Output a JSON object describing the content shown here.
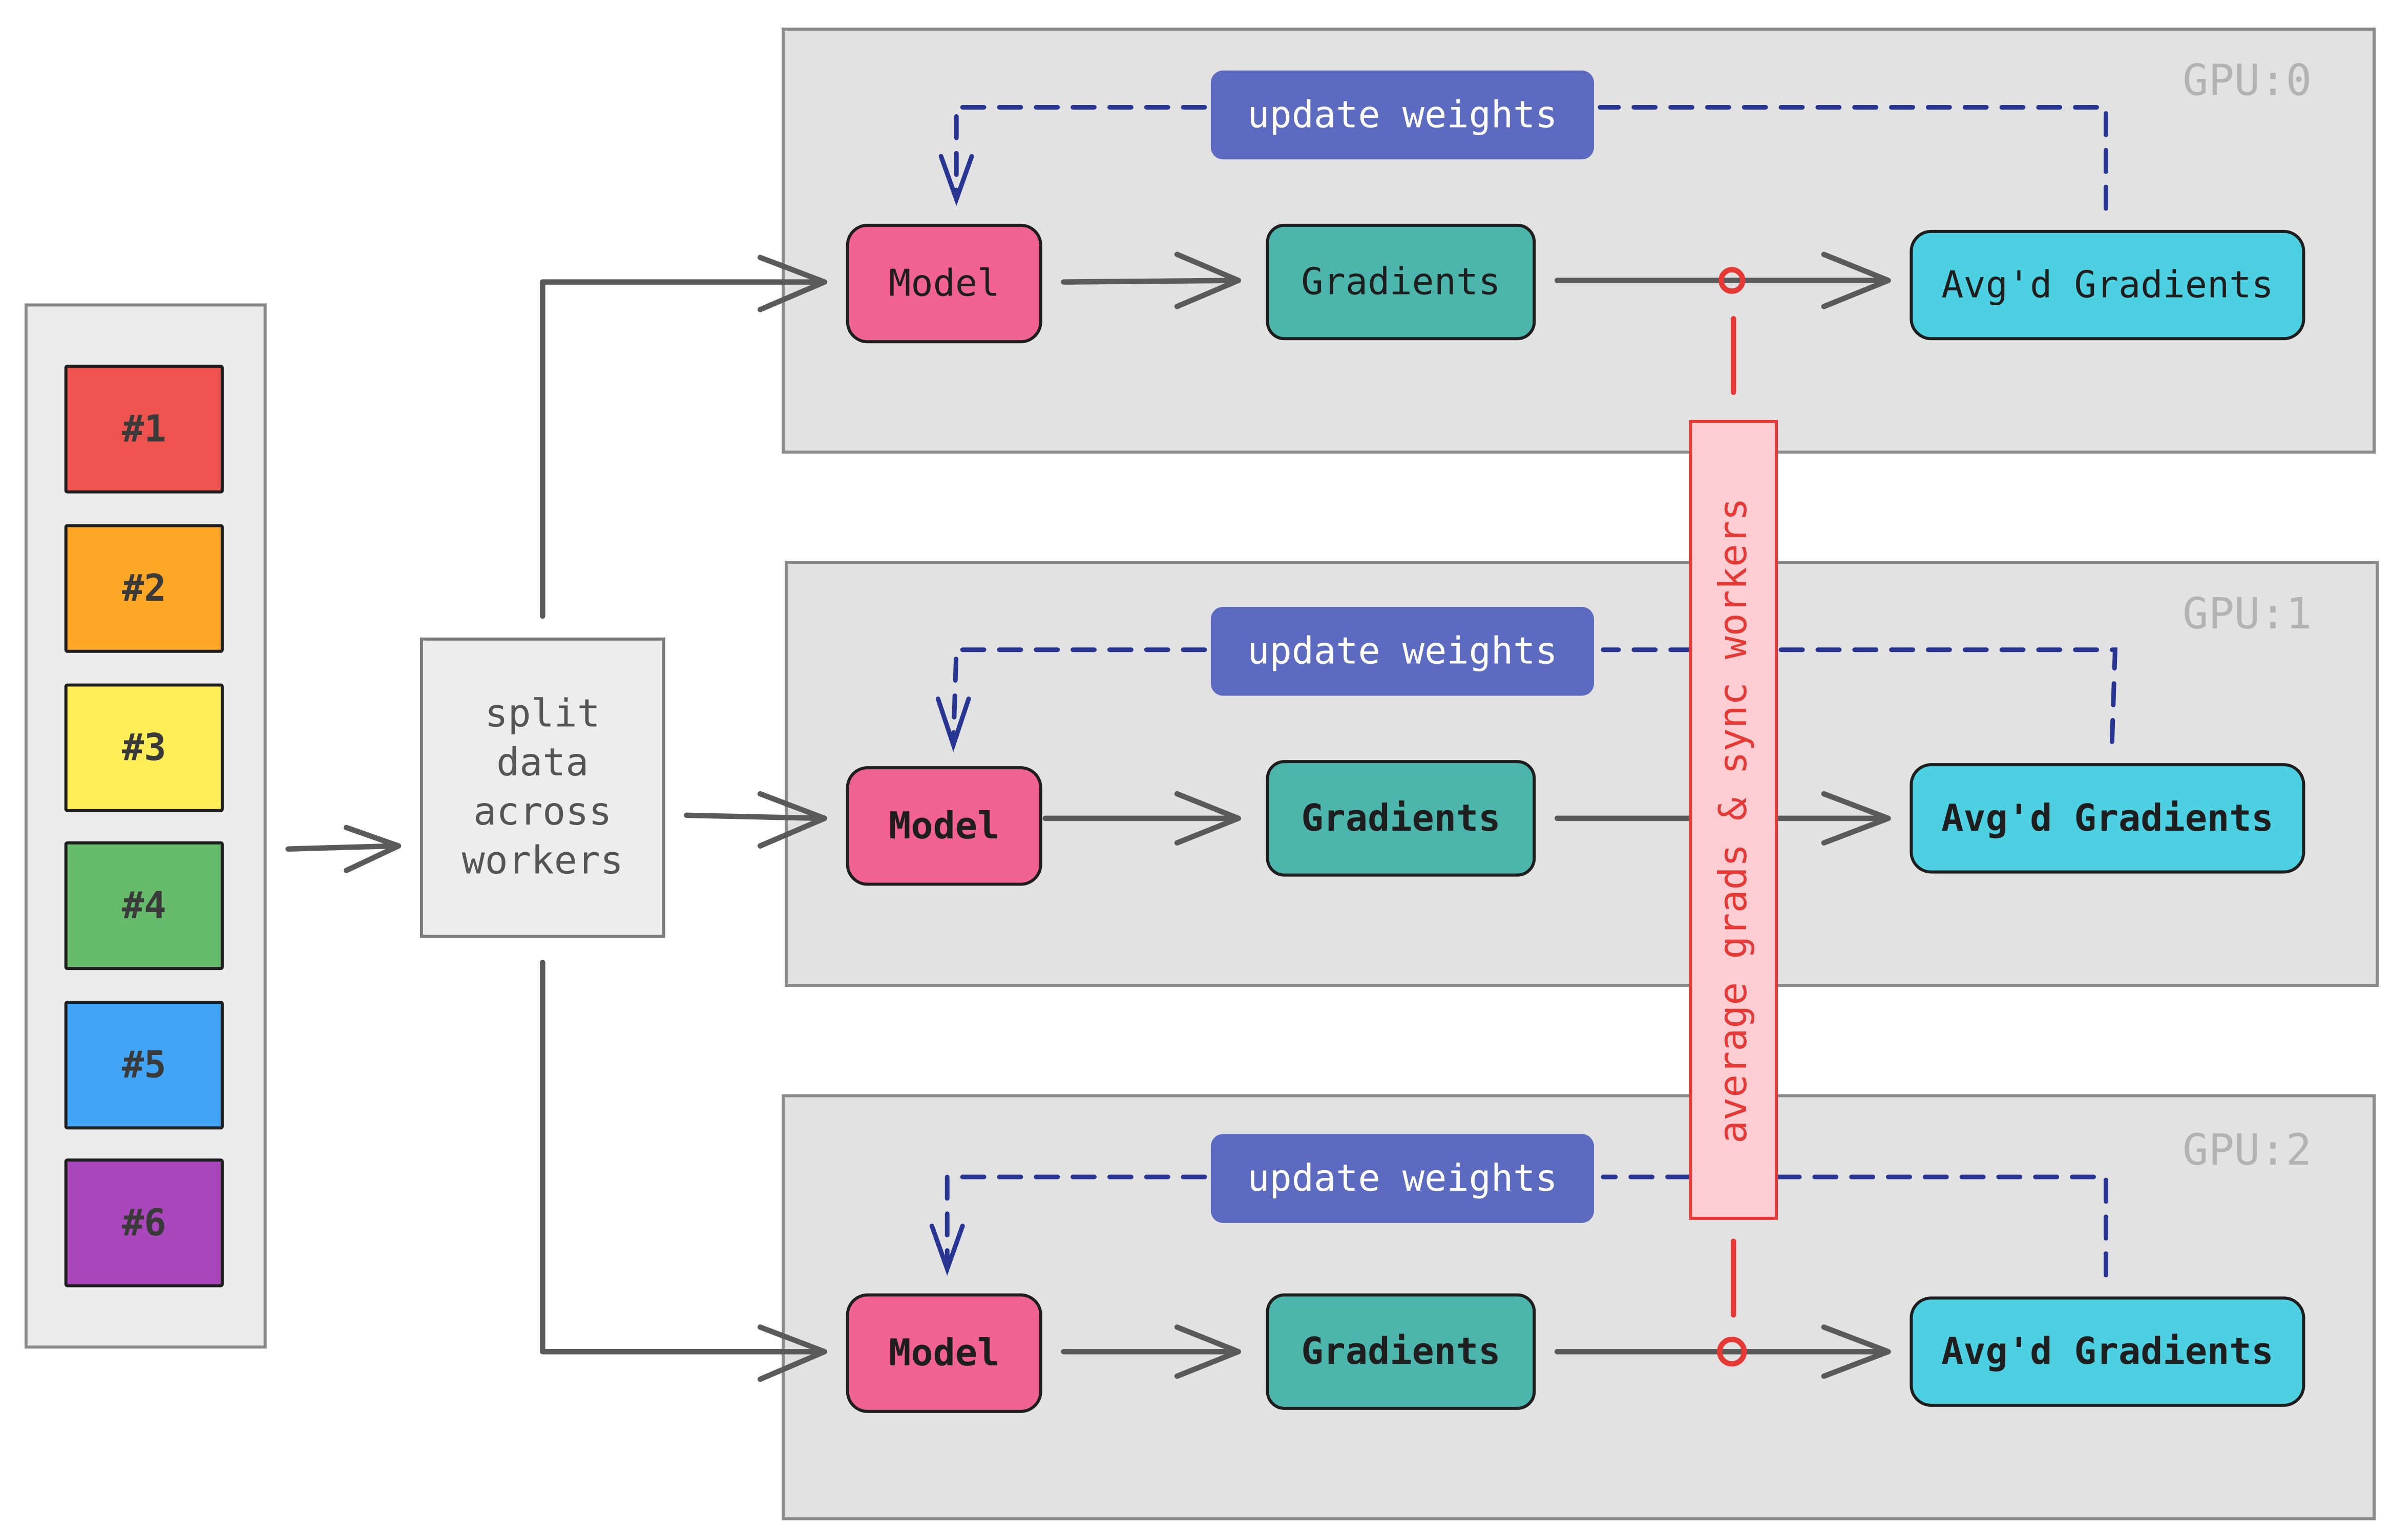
{
  "batch_items": [
    {
      "label": "#1",
      "color": "#ef5350"
    },
    {
      "label": "#2",
      "color": "#ffa726"
    },
    {
      "label": "#3",
      "color": "#ffee58"
    },
    {
      "label": "#4",
      "color": "#66bb6a"
    },
    {
      "label": "#5",
      "color": "#42a5f5"
    },
    {
      "label": "#6",
      "color": "#ab47bc"
    }
  ],
  "splitter": {
    "lines": [
      "split",
      "data",
      "across",
      "workers"
    ]
  },
  "gpus": [
    {
      "label": "GPU:0",
      "model": "Model",
      "gradients": "Gradients",
      "avg": "Avg'd Gradients",
      "update": "update weights"
    },
    {
      "label": "GPU:1",
      "model": "Model",
      "gradients": "Gradients",
      "avg": "Avg'd Gradients",
      "update": "update weights"
    },
    {
      "label": "GPU:2",
      "model": "Model",
      "gradients": "Gradients",
      "avg": "Avg'd Gradients",
      "update": "update weights"
    }
  ],
  "sync_label": "average grads & sync workers",
  "colors": {
    "model": "#f06292",
    "gradients": "#4db6ac",
    "avg": "#4dd0e1",
    "update": "#5c6bc0",
    "sync": "#e53935",
    "sync_bg": "#ffcdd2",
    "arrow": "#5a5a5a",
    "dashed": "#283593"
  }
}
